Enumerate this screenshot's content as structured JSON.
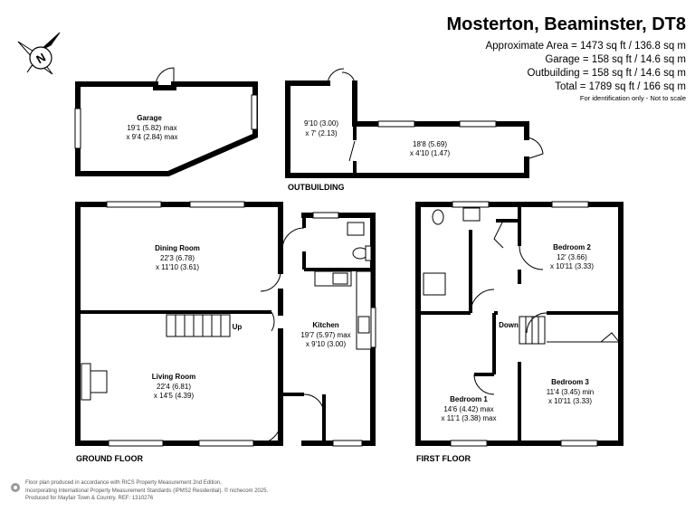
{
  "header": {
    "title": "Mosterton, Beaminster, DT8",
    "areas": [
      "Approximate Area = 1473 sq ft / 136.8 sq m",
      "Garage = 158 sq ft / 14.6 sq m",
      "Outbuilding = 158 sq ft / 14.6 sq m",
      "Total = 1789 sq ft / 166 sq m"
    ],
    "note": "For identification only - Not to scale"
  },
  "compass": {
    "letter": "N"
  },
  "labels": {
    "outbuilding": "OUTBUILDING",
    "ground_floor": "GROUND FLOOR",
    "first_floor": "FIRST FLOOR",
    "stairs_up": "Up",
    "stairs_down": "Down"
  },
  "rooms": {
    "garage": {
      "name": "Garage",
      "dim1": "19'1 (5.82) max",
      "dim2": "x 9'4 (2.84) max"
    },
    "outbuilding_a": {
      "dim1": "9'10 (3.00)",
      "dim2": "x 7' (2.13)"
    },
    "outbuilding_b": {
      "dim1": "18'8 (5.69)",
      "dim2": "x 4'10 (1.47)"
    },
    "dining": {
      "name": "Dining Room",
      "dim1": "22'3 (6.78)",
      "dim2": "x 11'10 (3.61)"
    },
    "living": {
      "name": "Living Room",
      "dim1": "22'4 (6.81)",
      "dim2": "x 14'5 (4.39)"
    },
    "kitchen": {
      "name": "Kitchen",
      "dim1": "19'7 (5.97) max",
      "dim2": "x 9'10 (3.00)"
    },
    "bedroom1": {
      "name": "Bedroom 1",
      "dim1": "14'6 (4.42) max",
      "dim2": "x 11'1 (3.38) max"
    },
    "bedroom2": {
      "name": "Bedroom 2",
      "dim1": "12' (3.66)",
      "dim2": "x 10'11 (3.33)"
    },
    "bedroom3": {
      "name": "Bedroom 3",
      "dim1": "11'4 (3.45) min",
      "dim2": "x 10'11 (3.33)"
    }
  },
  "footer": {
    "lines": [
      "Floor plan produced in accordance with RICS Property Measurement 2nd Edition,",
      "Incorporating International Property Measurement Standards (IPMS2 Residential).  © nichecom 2025.",
      "Produced for Mayfair Town & Country.   REF:  1310276"
    ]
  }
}
